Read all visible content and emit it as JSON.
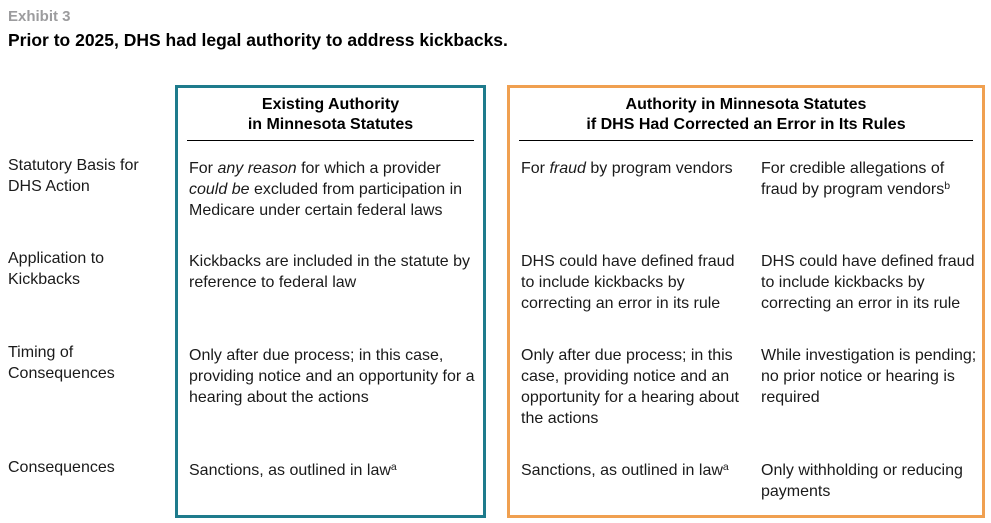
{
  "exhibit": {
    "label": "Exhibit 3",
    "title": "Prior to 2025, DHS had legal authority to address kickbacks."
  },
  "colors": {
    "existing_box_border": "#1e7b8c",
    "corrected_box_border": "#f0a050",
    "exhibit_label_gray": "#9c9c9e",
    "text": "#1a1a1a",
    "divider": "#000000"
  },
  "row_labels": [
    "Statutory Basis for DHS Action",
    "Application to Kickbacks",
    "Timing of Consequences",
    "Consequences"
  ],
  "existing_box": {
    "header": [
      "Existing Authority",
      "in Minnesota Statutes"
    ],
    "cells": [
      [
        {
          "text": "For ",
          "style": "normal"
        },
        {
          "text": "any reason",
          "style": "italic"
        },
        {
          "text": " for which a provider ",
          "style": "normal"
        },
        {
          "text": "could be",
          "style": "italic"
        },
        {
          "text": " excluded from participation in Medicare under certain federal laws",
          "style": "normal"
        }
      ],
      [
        {
          "text": "Kickbacks are included in the statute by reference to federal law",
          "style": "normal"
        }
      ],
      [
        {
          "text": "Only after due process; in this case, providing notice and an opportunity for a hearing about the actions",
          "style": "normal"
        }
      ],
      [
        {
          "text": "Sanctions, as outlined in law",
          "style": "normal"
        },
        {
          "text": "a",
          "style": "sup"
        }
      ]
    ]
  },
  "corrected_box": {
    "header": [
      "Authority in Minnesota Statutes",
      "if DHS Had Corrected an Error in Its Rules"
    ],
    "col1_cells": [
      [
        {
          "text": "For ",
          "style": "normal"
        },
        {
          "text": "fraud",
          "style": "italic"
        },
        {
          "text": " by program vendors",
          "style": "normal"
        }
      ],
      [
        {
          "text": "DHS could have defined fraud to include kickbacks by correcting an error in its rule",
          "style": "normal"
        }
      ],
      [
        {
          "text": "Only after due process; in this case, providing notice and an opportunity for a hearing about the actions",
          "style": "normal"
        }
      ],
      [
        {
          "text": "Sanctions, as outlined in law",
          "style": "normal"
        },
        {
          "text": "a",
          "style": "sup"
        }
      ]
    ],
    "col2_cells": [
      [
        {
          "text": "For credible allegations of fraud by program vendors",
          "style": "normal"
        },
        {
          "text": "b",
          "style": "sup"
        }
      ],
      [
        {
          "text": "DHS could have defined fraud to include kickbacks by correcting an error in its rule",
          "style": "normal"
        }
      ],
      [
        {
          "text": "While investigation is pending; no prior notice or hearing is required",
          "style": "normal"
        }
      ],
      [
        {
          "text": "Only withholding or reducing payments",
          "style": "normal"
        }
      ]
    ]
  }
}
